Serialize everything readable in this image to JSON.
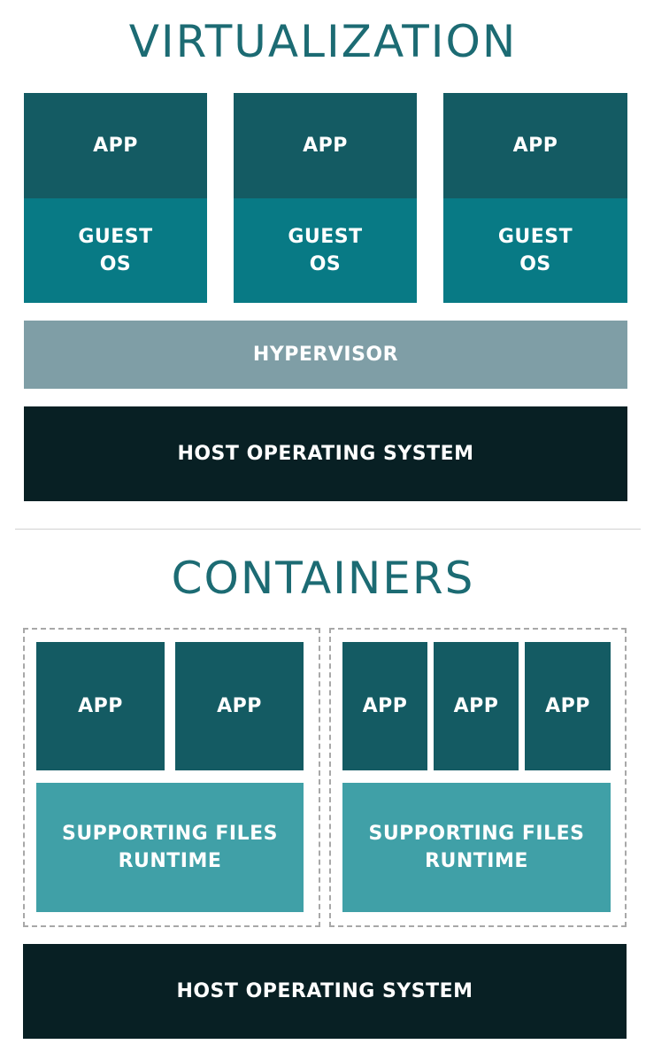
{
  "virtualization": {
    "title": "VIRTUALIZATION",
    "vms": [
      {
        "app": "APP",
        "guest_os": "GUEST\nOS"
      },
      {
        "app": "APP",
        "guest_os": "GUEST\nOS"
      },
      {
        "app": "APP",
        "guest_os": "GUEST\nOS"
      }
    ],
    "hypervisor": "HYPERVISOR",
    "host_os": "HOST OPERATING SYSTEM"
  },
  "containers": {
    "title": "CONTAINERS",
    "groups": [
      {
        "apps": [
          "APP",
          "APP"
        ],
        "supporting": "SUPPORTING FILES\nRUNTIME"
      },
      {
        "apps": [
          "APP",
          "APP",
          "APP"
        ],
        "supporting": "SUPPORTING FILES\nRUNTIME"
      }
    ],
    "host_os": "HOST OPERATING SYSTEM"
  },
  "colors": {
    "app": "#145b63",
    "guest_os": "#087a85",
    "hypervisor": "#7f9ea6",
    "host_os": "#082024",
    "supporting": "#40a0a7",
    "title": "#1c6b73"
  }
}
